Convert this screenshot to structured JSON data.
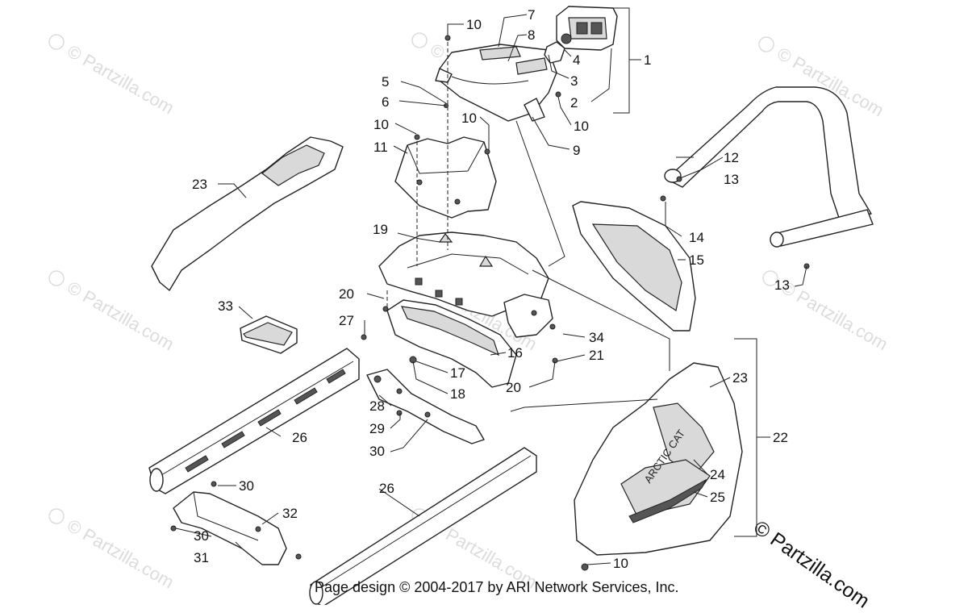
{
  "diagram": {
    "callouts": {
      "c1": "1",
      "c2": "2",
      "c3": "3",
      "c4": "4",
      "c5": "5",
      "c6": "6",
      "c7": "7",
      "c8": "8",
      "c9": "9",
      "c10a": "10",
      "c10b": "10",
      "c10c": "10",
      "c10d": "10",
      "c10e": "10",
      "c11": "11",
      "c12": "12",
      "c13a": "13",
      "c13b": "13",
      "c14": "14",
      "c15": "15",
      "c16": "16",
      "c17": "17",
      "c18": "18",
      "c19": "19",
      "c20a": "20",
      "c20b": "20",
      "c21": "21",
      "c22": "22",
      "c23a": "23",
      "c23b": "23",
      "c24": "24",
      "c25": "25",
      "c26a": "26",
      "c26b": "26",
      "c27": "27",
      "c28": "28",
      "c29": "29",
      "c30a": "30",
      "c30b": "30",
      "c30c": "30",
      "c31": "31",
      "c32": "32",
      "c33": "33",
      "c34": "34"
    },
    "decal_text": "ARCTIC CAT"
  },
  "watermark": {
    "text": "© Partzilla.com"
  },
  "branding": {
    "text": "© Partzilla.com"
  },
  "footer": {
    "text": "Page design © 2004-2017 by ARI Network Services, Inc."
  },
  "colors": {
    "line": "#222222",
    "watermark": "#dcdcdc",
    "background": "#ffffff"
  }
}
